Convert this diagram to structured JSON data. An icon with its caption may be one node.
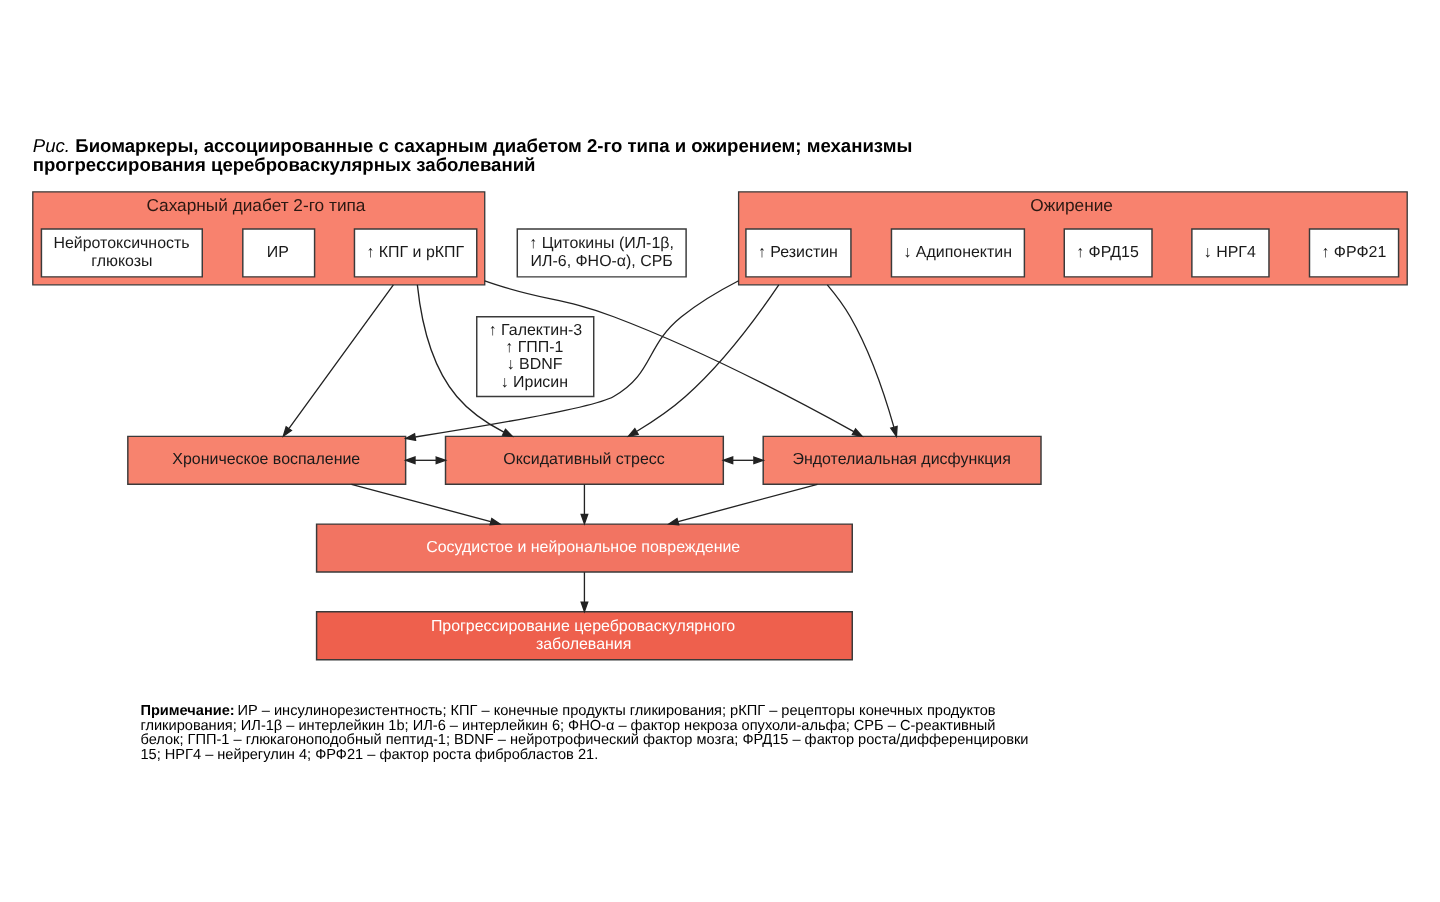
{
  "diagram": {
    "title": "*Рис.* **Биомаркеры, ассоциированные с сахарным диабетом 2-го типа и ожирением; механизмы прогрессирования цереброваскулярных заболеваний**",
    "nodes": [
      {
        "text": [
          "Сахарный диабет 2-го типа"
        ]
      },
      {
        "text": [
          "Нейротоксичность глюкозы"
        ],
        "in": 0
      },
      {
        "text": [
          "ИР"
        ],
        "in": 0
      },
      {
        "text": [
          "↑ КПГ и рКПГ"
        ],
        "in": 0
      },
      {
        "text": [
          "↑ Цитокины (ИЛ-1β, ИЛ-6, ФНО-α), СРБ"
        ]
      },
      {
        "text": [
          "↑ Галектин-3",
          "↑ ГПП-1",
          "↓ BDNF",
          "↓ Ирисин"
        ]
      },
      {
        "text": [
          "Ожирение"
        ]
      },
      {
        "text": [
          "↑ Резистин"
        ],
        "in": 6
      },
      {
        "text": [
          "↓ Адипонектин"
        ],
        "in": 6
      },
      {
        "text": [
          "↑ ФРД15"
        ],
        "in": 6
      },
      {
        "text": [
          "↓ НРГ4"
        ],
        "in": 6
      },
      {
        "text": [
          "↑ ФРФ21"
        ],
        "in": 6
      },
      {
        "text": [
          "Хроническое воспаление"
        ]
      },
      {
        "text": [
          "Оксидативный стресс"
        ]
      },
      {
        "text": [
          "Эндотелиальная дисфункция"
        ]
      },
      {
        "text": [
          "Сосудистое и нейрональное повреждение"
        ]
      },
      {
        "text": [
          "Прогрессирование цереброваскулярного заболевания"
        ]
      }
    ],
    "edges": [
      {
        "from": 0,
        "to": 12,
        "arrow": "to"
      },
      {
        "from": 0,
        "to": 13,
        "arrow": "to"
      },
      {
        "from": 0,
        "to": 14,
        "arrow": "to"
      },
      {
        "from": 6,
        "to": 12,
        "arrow": "to"
      },
      {
        "from": 6,
        "to": 13,
        "arrow": "to"
      },
      {
        "from": 6,
        "to": 14,
        "arrow": "to"
      },
      {
        "from": 12,
        "to": 13,
        "arrow": "both"
      },
      {
        "from": 13,
        "to": 14,
        "arrow": "both"
      },
      {
        "from": 12,
        "to": 15,
        "arrow": "to"
      },
      {
        "from": 13,
        "to": 15,
        "arrow": "to"
      },
      {
        "from": 14,
        "to": 15,
        "arrow": "to"
      },
      {
        "from": 15,
        "to": 16,
        "arrow": "to"
      }
    ],
    "labels": [
      "**Примечание:** ИР – инсулинорезистентность; КПГ – конечные продукты гликирования; рКПГ – рецепторы конечных продуктов гликирования; ИЛ-1β – интерлейкин 1b; ИЛ-6 – интерлейкин 6; ФНО-α – фактор некроза опухоли-альфа; СРБ – С-реактивный белок; ГПП-1 – глюкагоноподобный пептид-1; BDNF – нейротрофический фактор мозга; ФРД15 – фактор роста/дифференцировки 15; НРГ4 – нейрегулин 4; ФРФ21 – фактор роста фибробластов 21."
    ]
  }
}
